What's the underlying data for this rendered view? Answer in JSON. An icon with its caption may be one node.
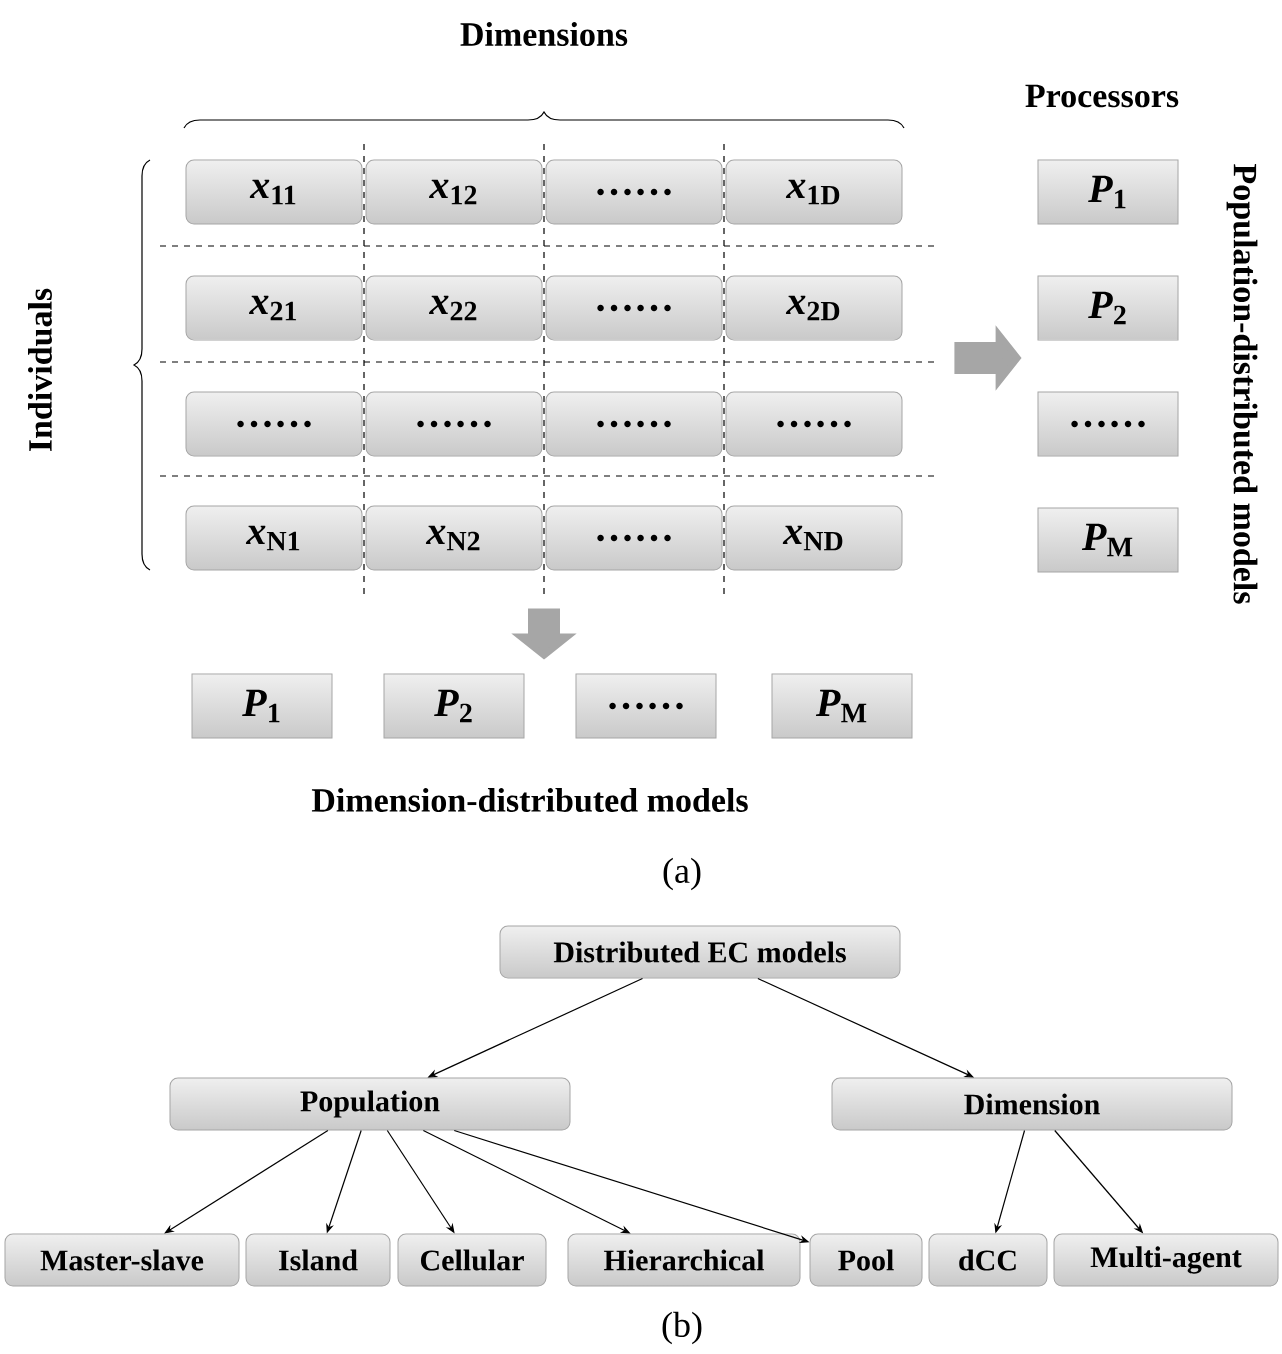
{
  "diagram": {
    "nodes": [
      {
        "text": [],
        "shape": "box"
      },
      {
        "text": [
          "*x*$_{11}$"
        ],
        "in": 0
      },
      {
        "text": [
          "*x*$_{12}$"
        ],
        "in": 0
      },
      {
        "text": [
          "……"
        ],
        "in": 0
      },
      {
        "text": [
          "*x*$_{1D}$"
        ],
        "in": 0
      },
      {
        "text": [
          "*x*$_{21}$"
        ],
        "in": 0
      },
      {
        "text": [
          "*x*$_{22}$"
        ],
        "in": 0
      },
      {
        "text": [
          "……"
        ],
        "in": 0
      },
      {
        "text": [
          "*x*$_{2D}$"
        ],
        "in": 0
      },
      {
        "text": [
          "……"
        ],
        "in": 0
      },
      {
        "text": [
          "……"
        ],
        "in": 0
      },
      {
        "text": [
          "……"
        ],
        "in": 0
      },
      {
        "text": [
          "……"
        ],
        "in": 0
      },
      {
        "text": [
          "*x*$_{N1}$"
        ],
        "in": 0
      },
      {
        "text": [
          "*x*$_{N2}$"
        ],
        "in": 0
      },
      {
        "text": [
          "……"
        ],
        "in": 0
      },
      {
        "text": [
          "*x*$_{ND}$"
        ],
        "in": 0
      },
      {
        "text": [],
        "shape": "box"
      },
      {
        "text": [
          "*P*$_{1}$"
        ],
        "in": 17
      },
      {
        "text": [
          "*P*$_{2}$"
        ],
        "in": 17
      },
      {
        "text": [
          "……"
        ],
        "in": 17
      },
      {
        "text": [
          "*P*$_{M}$"
        ],
        "in": 17
      },
      {
        "text": [],
        "shape": "box"
      },
      {
        "text": [
          "*P*$_{1}$"
        ],
        "in": 22
      },
      {
        "text": [
          "*P*$_{2}$"
        ],
        "in": 22
      },
      {
        "text": [
          "……"
        ],
        "in": 22
      },
      {
        "text": [
          "*P*$_{M}$"
        ],
        "in": 22
      },
      {
        "text": [
          "Distributed EC models"
        ]
      },
      {
        "text": [
          "Population"
        ]
      },
      {
        "text": [
          "Dimension"
        ]
      },
      {
        "text": [
          "Master-slave"
        ]
      },
      {
        "text": [
          "Island"
        ]
      },
      {
        "text": [
          "Cellular"
        ]
      },
      {
        "text": [
          "Hierarchical"
        ]
      },
      {
        "text": [
          "Pool"
        ]
      },
      {
        "text": [
          "dCC"
        ]
      },
      {
        "text": [
          "Multi-agent"
        ]
      }
    ],
    "edges": [
      {
        "from": 0,
        "to": 17,
        "arrow": "to",
        "style": "thick",
        "color": "#a6a6a6"
      },
      {
        "from": 0,
        "to": 22,
        "arrow": "to",
        "style": "thick",
        "color": "#a6a6a6"
      },
      {
        "from": 27,
        "to": 28,
        "arrow": "to"
      },
      {
        "from": 27,
        "to": 29,
        "arrow": "to"
      },
      {
        "from": 28,
        "to": 30,
        "arrow": "to"
      },
      {
        "from": 28,
        "to": 31,
        "arrow": "to"
      },
      {
        "from": 28,
        "to": 32,
        "arrow": "to"
      },
      {
        "from": 28,
        "to": 33,
        "arrow": "to"
      },
      {
        "from": 28,
        "to": 34,
        "arrow": "to"
      },
      {
        "from": 29,
        "to": 35,
        "arrow": "to"
      },
      {
        "from": 29,
        "to": 36,
        "arrow": "to"
      }
    ],
    "labels": [
      "Dimensions",
      "Processors",
      "Individuals",
      "Population-distributed models",
      "Dimension-distributed models",
      "(a)",
      "(b)"
    ]
  }
}
